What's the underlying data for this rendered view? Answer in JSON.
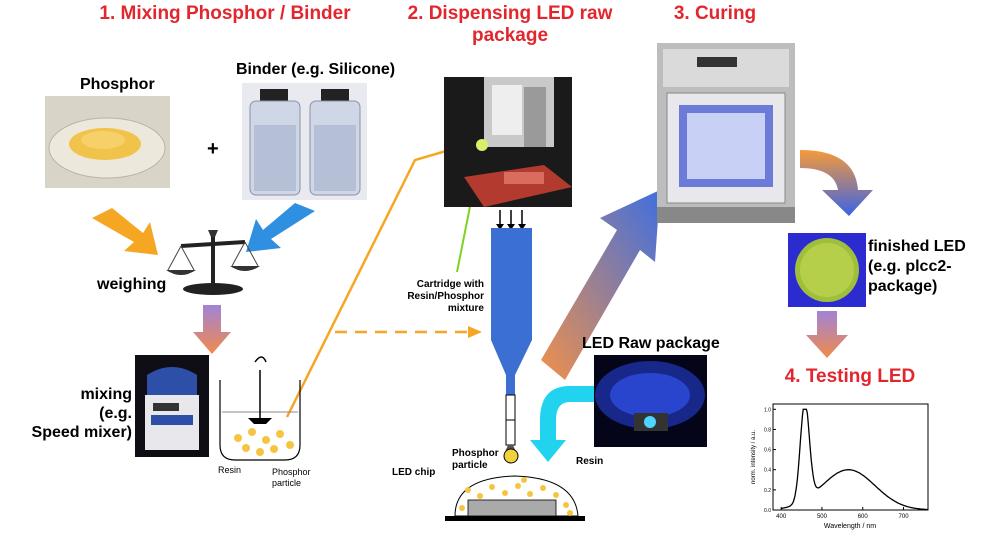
{
  "steps": {
    "step1": "1. Mixing Phosphor / Binder",
    "step2_line1": "2. Dispensing LED raw",
    "step2_line2": "package",
    "step3": "3. Curing",
    "step4": "4. Testing LED"
  },
  "labels": {
    "phosphor": "Phosphor",
    "plus": "+",
    "binder": "Binder (e.g. Silicone)",
    "weighing": "weighing",
    "mixing_line1": "mixing",
    "mixing_line2": "(e.g.",
    "mixing_line3": "Speed mixer)",
    "resin_small": "Resin",
    "phosphor_particle_line1": "Phosphor",
    "phosphor_particle_line2": "particle",
    "cartridge_line1": "Cartridge with",
    "cartridge_line2": "Resin/Phosphor",
    "cartridge_line3": "mixture",
    "led_raw_package": "LED Raw package",
    "led_chip": "LED chip",
    "phosphor_particle_b1": "Phosphor",
    "phosphor_particle_b2": "particle",
    "resin_b": "Resin",
    "finished_line1": "finished LED",
    "finished_line2": "(e.g. plcc2-",
    "finished_line3": "package)"
  },
  "spectrum": {
    "ylabel": "norm. intensity / a.u.",
    "xlabel": "Wavelength / nm",
    "x_ticks": [
      "400",
      "500",
      "600",
      "700"
    ],
    "y_ticks": [
      "0.0",
      "0.2",
      "0.4",
      "0.6",
      "0.8",
      "1.0"
    ]
  },
  "colors": {
    "title_red": "#e3262d",
    "orange": "#f5a623",
    "blue": "#3a6fd8",
    "cyan": "#22d3f0",
    "phosphor_yellow": "#f5c542",
    "green_line": "#7ed321"
  }
}
